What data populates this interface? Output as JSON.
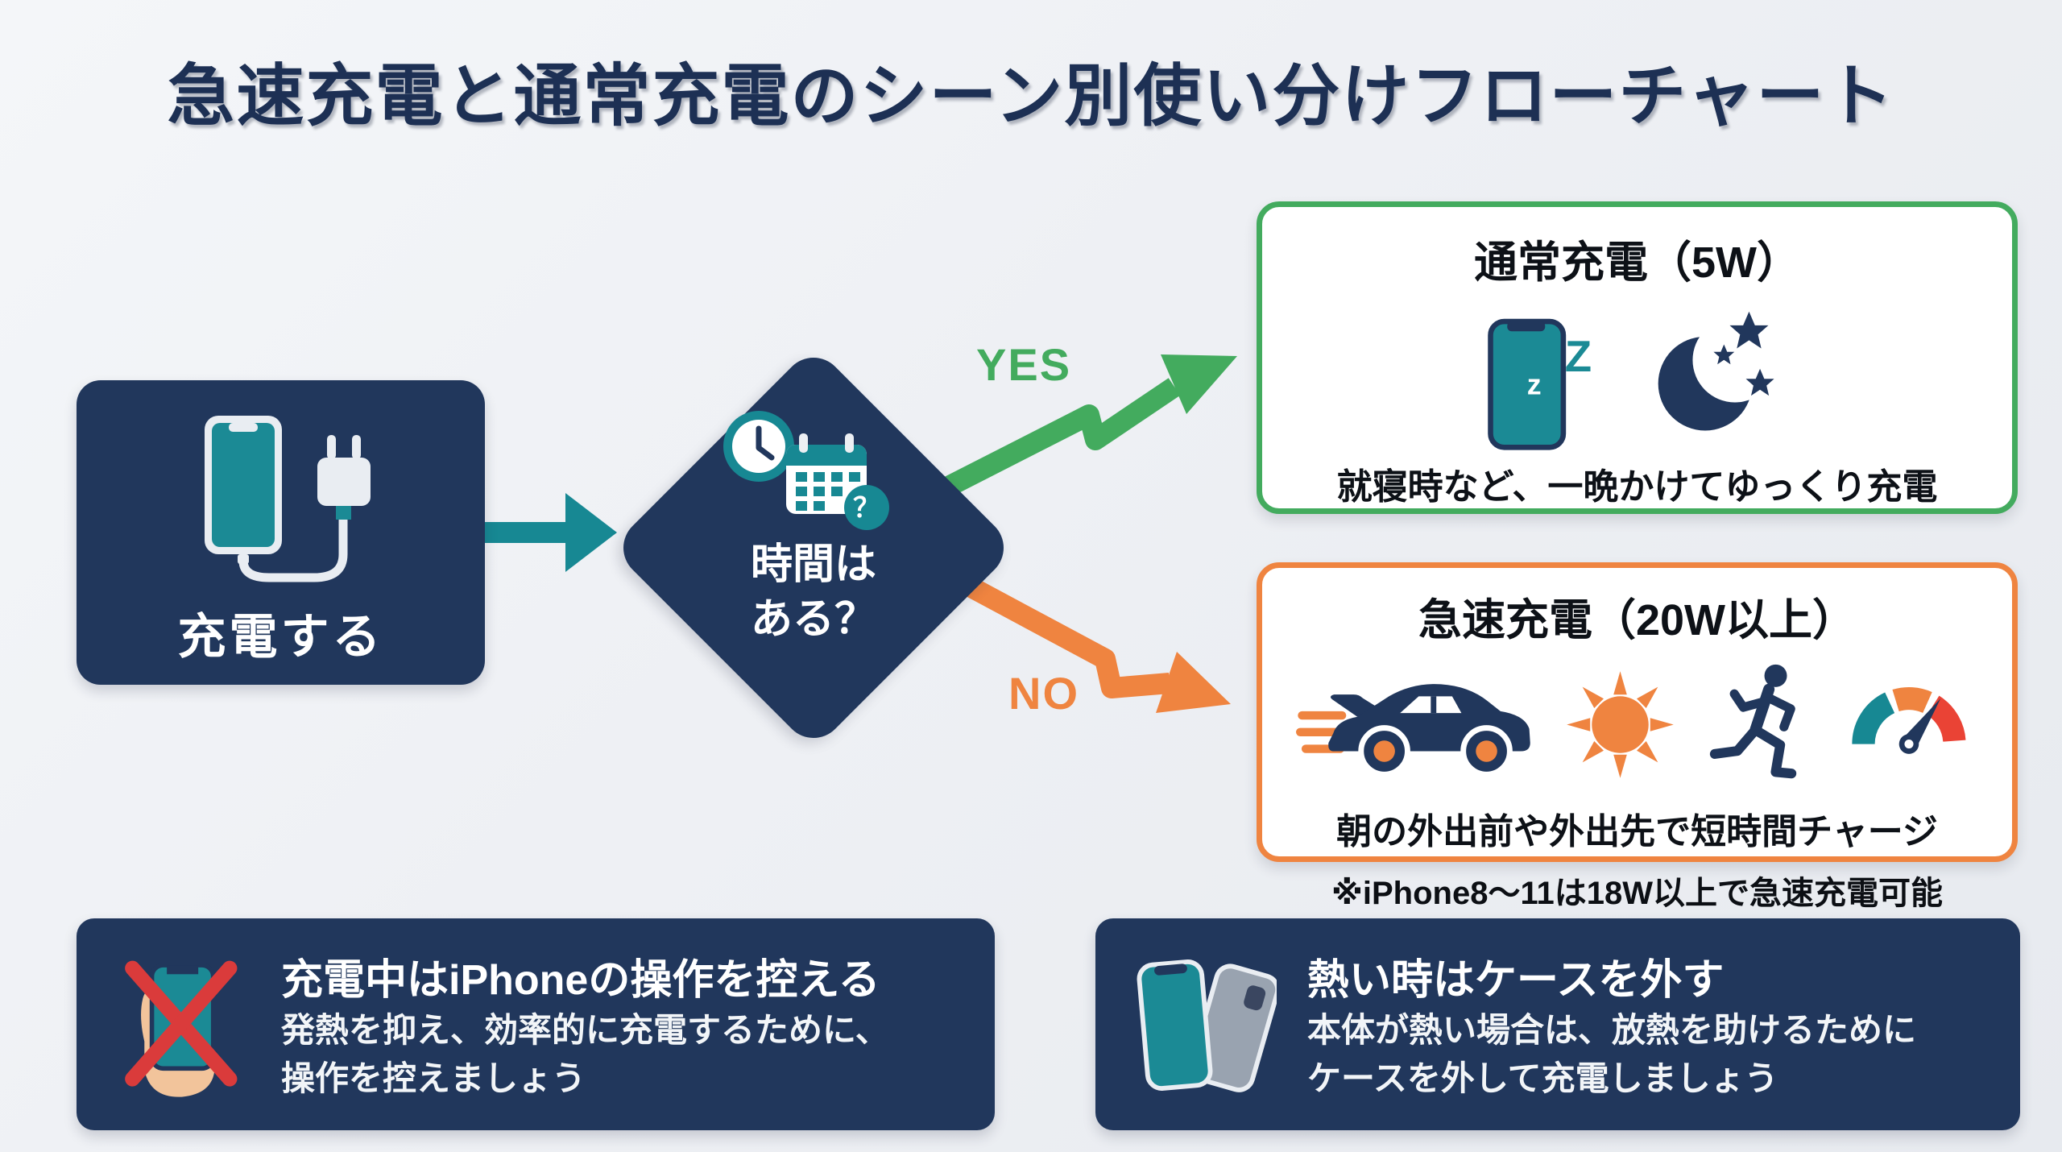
{
  "title": "急速充電と通常充電のシーン別使い分けフローチャート",
  "flow": {
    "start": {
      "label": "充電する"
    },
    "decision": {
      "line1": "時間は",
      "line2": "ある？",
      "badge": "？"
    },
    "yes_label": "YES",
    "no_label": "NO",
    "normal": {
      "title": "通常充電（5W）",
      "caption": "就寝時など、一晩かけてゆっくり充電",
      "sleep_small": "z",
      "sleep_big": "Z"
    },
    "fast": {
      "title": "急速充電（20W以上）",
      "caption": "朝の外出前や外出先で短時間チャージ",
      "note": "※iPhone8〜11は18W以上で急速充電可能"
    }
  },
  "tips": [
    {
      "title": "充電中はiPhoneの操作を控える",
      "line1": "発熱を抑え、効率的に充電するために、",
      "line2": "操作を控えましょう"
    },
    {
      "title": "熱い時はケースを外す",
      "line1": "本体が熱い場合は、放熱を助けるために",
      "line2": "ケースを外して充電しましょう"
    }
  ],
  "icons": {
    "phone_charger": "phone-with-charger",
    "clock_calendar": "clock-calendar-question",
    "sleeping_phone": "sleeping-phone-zzz",
    "moon_stars": "crescent-moon-stars",
    "speeding_car": "speeding-sports-car",
    "sun": "sun",
    "runner": "running-person",
    "speedometer": "speedometer-gauge",
    "no_phone_use": "hand-holding-phone-crossed-out",
    "case_off": "phone-removed-from-case",
    "flow_arrow": "right-arrow",
    "yes_arrow": "zigzag-up-arrow",
    "no_arrow": "zigzag-down-arrow"
  },
  "colors": {
    "background": "#eef0f4",
    "navy": "#21375c",
    "teal": "#178893",
    "green": "#43ab5e",
    "orange": "#ef8440",
    "red": "#dd3d3d"
  }
}
